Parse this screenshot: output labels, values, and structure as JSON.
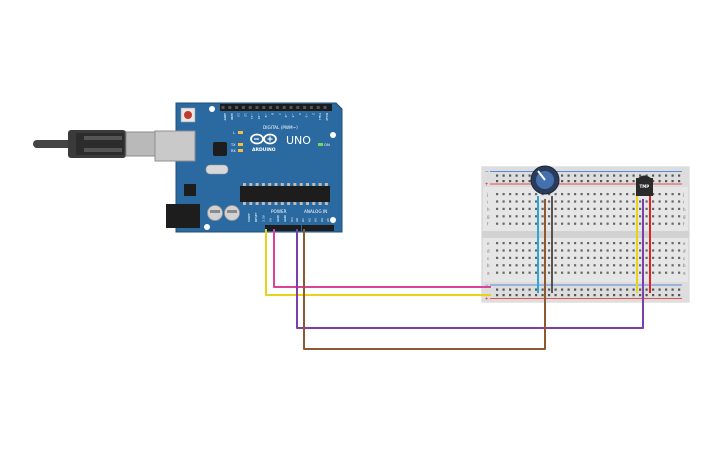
{
  "board": {
    "model": "UNO",
    "brand": "ARDUINO",
    "digital_header": "DIGITAL (PWM~)",
    "power_header": "POWER",
    "analog_header": "ANALOG IN",
    "led_on": "ON",
    "led_l": "L",
    "led_tx": "TX",
    "led_rx": "RX",
    "digital_pins": [
      "AREF",
      "GND",
      "13",
      "12",
      "~11",
      "~10",
      "~9",
      "8",
      "7",
      "~6",
      "~5",
      "4",
      "~3",
      "2",
      "TX▸1",
      "RX◂0"
    ],
    "power_pins": [
      "IOREF",
      "RESET",
      "3.3V",
      "5V",
      "GND",
      "GND",
      "Vin"
    ],
    "analog_pins": [
      "A0",
      "A1",
      "A2",
      "A3",
      "A4",
      "A5"
    ]
  },
  "sensor": {
    "label": "TMP"
  },
  "breadboard": {
    "row_letters_top": [
      "j",
      "i",
      "h",
      "g",
      "f"
    ],
    "row_letters_bottom": [
      "e",
      "d",
      "c",
      "b",
      "a"
    ],
    "rail_plus": "+",
    "rail_minus": "−"
  },
  "colors": {
    "board_blue": "#2b6aa0",
    "breadboard": "#e6e6e6",
    "wire_magenta": "#d9449a",
    "wire_yellow": "#e8d21c",
    "wire_purple": "#7b3fa8",
    "wire_brown": "#8a5a32",
    "wire_cyan": "#2aa6d8",
    "wire_red": "#e02222",
    "wire_black": "#333333"
  }
}
